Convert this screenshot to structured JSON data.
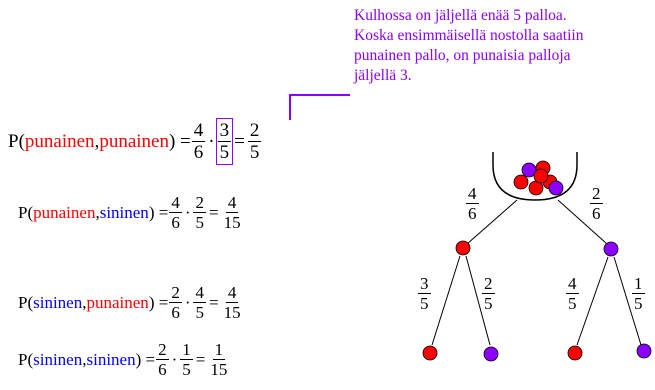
{
  "note": {
    "lines": [
      "Kulhossa on jäljellä enää 5 palloa.",
      "Koska ensimmäisellä nostolla saatiin",
      "punainen pallo, on punaisia palloja",
      "jäljellä 3."
    ]
  },
  "equations": [
    {
      "prefix": "P(",
      "first": "punainen",
      "sep": ", ",
      "second": "punainen",
      "suffix": ") =",
      "f1": [
        "4",
        "6"
      ],
      "f2": [
        "3",
        "5"
      ],
      "res": [
        "2",
        "5"
      ]
    },
    {
      "prefix": "P(",
      "first": "punainen",
      "sep": ", ",
      "second": "sininen",
      "suffix": ") =",
      "f1": [
        "4",
        "6"
      ],
      "f2": [
        "2",
        "5"
      ],
      "res": [
        "4",
        "15"
      ]
    },
    {
      "prefix": "P(",
      "first": "sininen",
      "sep": ", ",
      "second": "punainen",
      "suffix": ") =",
      "f1": [
        "2",
        "6"
      ],
      "f2": [
        "4",
        "5"
      ],
      "res": [
        "4",
        "15"
      ]
    },
    {
      "prefix": "P(",
      "first": "sininen",
      "sep": ", ",
      "second": "sininen",
      "suffix": ") =",
      "f1": [
        "2",
        "6"
      ],
      "f2": [
        "1",
        "5"
      ],
      "res": [
        "1",
        "15"
      ]
    }
  ],
  "operators": {
    "times": "·",
    "equals": "="
  },
  "tree": {
    "level1": {
      "left": [
        "4",
        "6"
      ],
      "right": [
        "2",
        "6"
      ]
    },
    "level2": {
      "left_left": [
        "3",
        "5"
      ],
      "left_right": [
        "2",
        "5"
      ],
      "right_left": [
        "4",
        "5"
      ],
      "right_right": [
        "1",
        "5"
      ]
    }
  },
  "colors": {
    "note": "#8b00ff",
    "red_ball": "#ff0000",
    "purple_ball": "#8b00ff",
    "red_text": "#ff0000",
    "blue_text": "#0000ff"
  }
}
